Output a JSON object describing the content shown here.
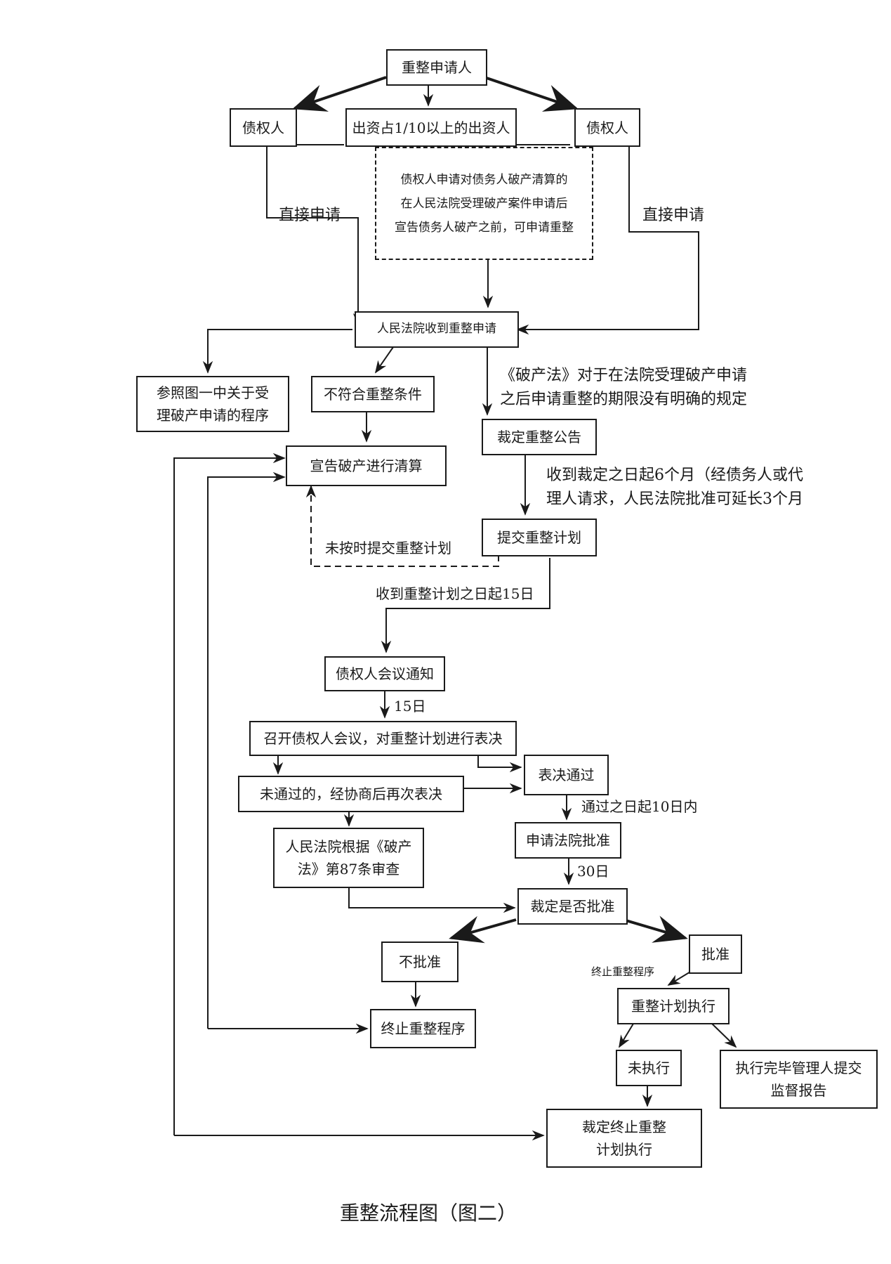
{
  "nodes": {
    "applicant": "重整申请人",
    "creditor_left": "债权人",
    "investor": "出资占1/10以上的出资人",
    "creditor_right": "债权人",
    "note_dashed": [
      "债权人申请对债务人破产清算的",
      "在人民法院受理破产案件申请后",
      "宣告债务人破产之前，可申请重整"
    ],
    "court_receives": "人民法院收到重整申请",
    "refer_fig1": [
      "参照图一中关于受",
      "理破产申请的程序"
    ],
    "not_qualified": "不符合重整条件",
    "declare_bankruptcy": "宣告破产进行清算",
    "ruling_announce": "裁定重整公告",
    "submit_plan": "提交重整计划",
    "creditors_notice": "债权人会议通知",
    "creditors_meeting": "召开债权人会议，对重整计划进行表决",
    "vote_passed": "表决通过",
    "not_passed_revote": "未通过的，经协商后再次表决",
    "apply_court_approval": "申请法院批准",
    "court_review": [
      "人民法院根据《破产",
      "法》第87条审查"
    ],
    "rule_approve": "裁定是否批准",
    "not_approved": "不批准",
    "approved": "批准",
    "terminate_left": "终止重整程序",
    "plan_execution": "重整计划执行",
    "not_executed": "未执行",
    "execution_done": [
      "执行完毕管理人提交",
      "监督报告"
    ],
    "rule_terminate": [
      "裁定终止重整",
      "计划执行"
    ]
  },
  "edge_labels": {
    "direct_left": "直接申请",
    "direct_right": "直接申请",
    "law_note": [
      "《破产法》对于在法院受理破产申请",
      "之后申请重整的期限没有明确的规定"
    ],
    "six_months": [
      "收到裁定之日起6个月（经债务人或代",
      "理人请求，人民法院批准可延长3个月"
    ],
    "late_plan": "未按时提交重整计划",
    "fifteen_days_plan": "收到重整计划之日起15日",
    "fifteen_days": "15日",
    "ten_days": "通过之日起10日内",
    "thirty_days": "30日",
    "terminate_small": "终止重整程序"
  },
  "caption": "重整流程图（图二）"
}
